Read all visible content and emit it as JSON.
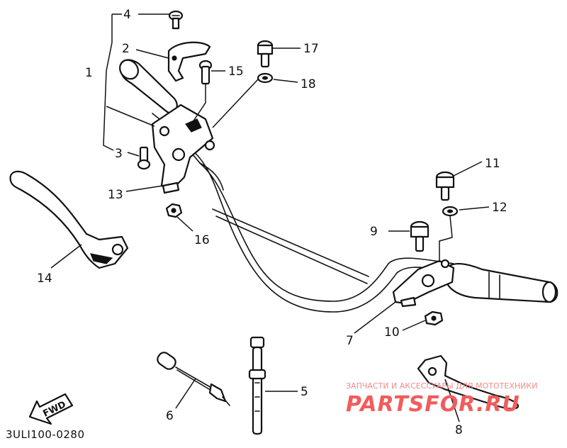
{
  "diagram": {
    "code": "3ULI100-0280",
    "fwd_label": "FWD",
    "watermark": {
      "line1": "ЗАПЧАСТИ И АКСЕССУАРЫ ДЛЯ МОТОТЕХНИКИ",
      "line2": "PARTSFOR.RU"
    },
    "callouts": [
      {
        "id": "1",
        "label": "1"
      },
      {
        "id": "2",
        "label": "2"
      },
      {
        "id": "3",
        "label": "3"
      },
      {
        "id": "4",
        "label": "4"
      },
      {
        "id": "5",
        "label": "5"
      },
      {
        "id": "6",
        "label": "6"
      },
      {
        "id": "7",
        "label": "7"
      },
      {
        "id": "8",
        "label": "8"
      },
      {
        "id": "9",
        "label": "9"
      },
      {
        "id": "10",
        "label": "10"
      },
      {
        "id": "11",
        "label": "11"
      },
      {
        "id": "12",
        "label": "12"
      },
      {
        "id": "13",
        "label": "13"
      },
      {
        "id": "14",
        "label": "14"
      },
      {
        "id": "15",
        "label": "15"
      },
      {
        "id": "16",
        "label": "16"
      },
      {
        "id": "17",
        "label": "17"
      },
      {
        "id": "18",
        "label": "18"
      }
    ]
  }
}
